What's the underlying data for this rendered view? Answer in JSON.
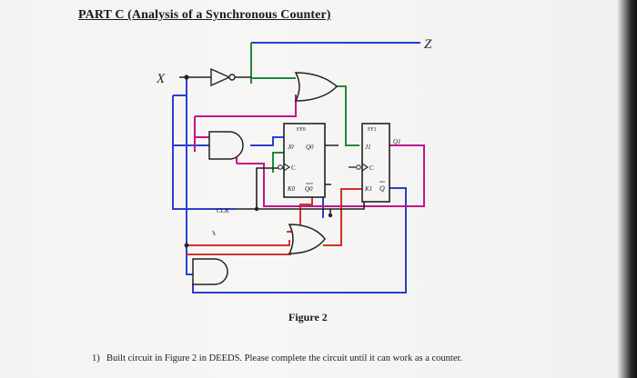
{
  "title": "PART C (Analysis of a Synchronous Counter)",
  "circuit": {
    "input_label": "X",
    "output_label": "Z",
    "clock_label": "CLK",
    "ff0": {
      "name": "FF0",
      "j": "J0",
      "q": "Q0",
      "clk": "C",
      "k": "K0",
      "qbar": "Q0"
    },
    "ff1": {
      "name": "FF1",
      "j": "J1",
      "q": "Q1",
      "clk": "C",
      "k": "K1",
      "qbar": "Q"
    },
    "wire_colors": {
      "blue": "#2a3fd0",
      "green": "#1f8a3b",
      "red": "#d2332a",
      "magenta": "#c0168c",
      "black": "#222222"
    }
  },
  "figure_caption": "Figure 2",
  "question": {
    "number": "1)",
    "text": "Built circuit in Figure 2 in DEEDS. Please complete the circuit until it can work as a counter."
  }
}
